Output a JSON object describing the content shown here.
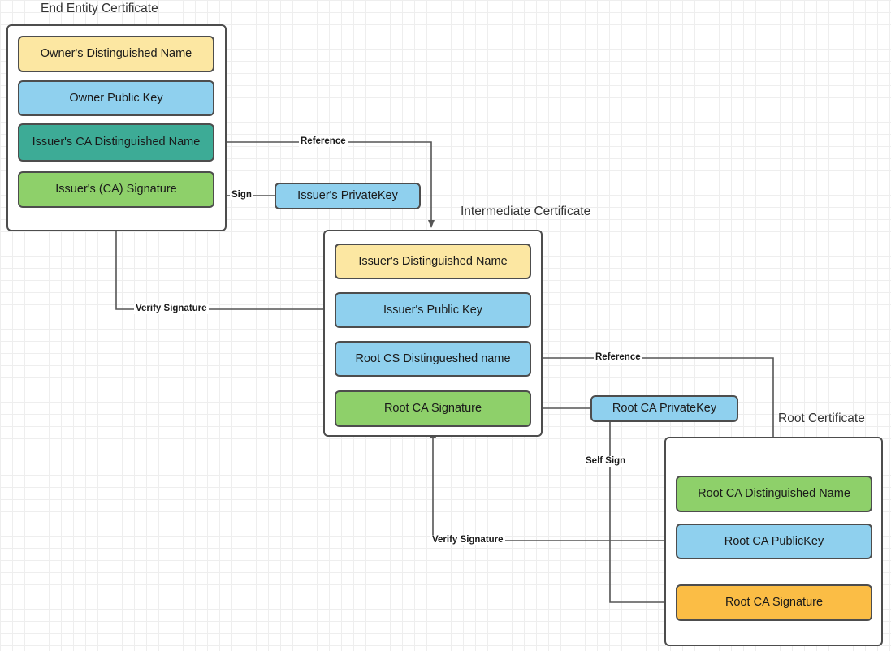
{
  "diagram": {
    "title_text": "",
    "colors": {
      "yellow": "#fce7a2",
      "blue": "#8fd0ee",
      "teal": "#3dab96",
      "green": "#8ed06a",
      "orange": "#fbbd45",
      "stroke": "#4d4d4d",
      "container_stroke": "#4d4d4d",
      "line": "#555555",
      "text": "#1a1a1a",
      "grid_minor": "#eeeeee",
      "grid_major": "#dcdcdc",
      "background": "#ffffff"
    }
  },
  "groups": {
    "end_entity": {
      "title": "End Entity Certificate",
      "fields": [
        {
          "label": "Owner's Distinguished Name",
          "color": "yellow"
        },
        {
          "label": "Owner Public  Key",
          "color": "blue"
        },
        {
          "label": "Issuer's CA Distinguished Name",
          "color": "teal"
        },
        {
          "label": "Issuer's (CA) Signature",
          "color": "green"
        }
      ]
    },
    "intermediate": {
      "title": "Intermediate Certificate",
      "fields": [
        {
          "label": "Issuer's Distinguished Name",
          "color": "yellow"
        },
        {
          "label": "Issuer's Public  Key",
          "color": "blue"
        },
        {
          "label": "Root CS Distingueshed name",
          "color": "blue"
        },
        {
          "label": "Root CA Signature",
          "color": "green"
        }
      ]
    },
    "root": {
      "title": "Root Certificate",
      "fields": [
        {
          "label": "Root CA Distinguished Name",
          "color": "green"
        },
        {
          "label": "Root CA PublicKey",
          "color": "blue"
        },
        {
          "label": "Root CA Signature",
          "color": "orange"
        }
      ]
    }
  },
  "standalone_nodes": [
    {
      "label": "Issuer's PrivateKey",
      "color": "blue"
    },
    {
      "label": "Root CA PrivateKey",
      "color": "blue"
    }
  ],
  "edge_labels": [
    {
      "label": "Reference"
    },
    {
      "label": "Sign"
    },
    {
      "label": "Verify Signature"
    },
    {
      "label": "Reference"
    },
    {
      "label": "Self Sign"
    },
    {
      "label": "Verify Signature"
    }
  ]
}
